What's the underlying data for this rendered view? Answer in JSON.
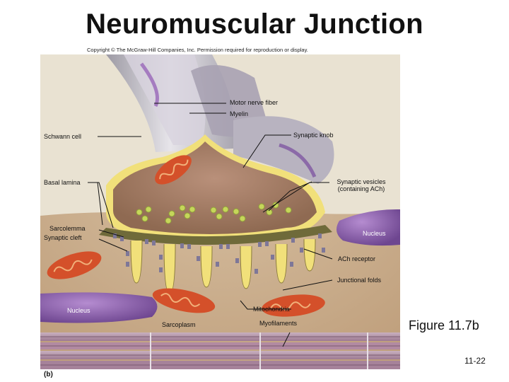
{
  "title": "Neuromuscular Junction",
  "copyright": "Copyright © The McGraw-Hill Companies, Inc. Permission required for reproduction or display.",
  "figure_label": "Figure 11.7b",
  "slide_number": "11-22",
  "panel_label": "(b)",
  "labels": {
    "motor_nerve_fiber": "Motor nerve fiber",
    "myelin": "Myelin",
    "schwann_cell": "Schwann cell",
    "synaptic_knob": "Synaptic knob",
    "basal_lamina": "Basal lamina",
    "synaptic_vesicles_line1": "Synaptic vesicles",
    "synaptic_vesicles_line2": "(containing ACh)",
    "sarcolemma": "Sarcolemma",
    "synaptic_cleft": "Synaptic cleft",
    "nucleus_right": "Nucleus",
    "ach_receptor": "ACh receptor",
    "junctional_folds": "Junctional folds",
    "nucleus_left": "Nucleus",
    "mitochondria": "Mitochondria",
    "sarcoplasm": "Sarcoplasm",
    "myofilaments": "Myofilaments"
  },
  "colors": {
    "background": "#ffffff",
    "nerve_gray": "#b9b7bd",
    "knob_brown": "#b88c6a",
    "knob_inner": "#a07a5c",
    "muscle_sarcoplasm": "#c9a07e",
    "mitochondria": "#d4502a",
    "nucleus_purple": "#8e62a8",
    "vesicle_green": "#c6d65a",
    "sarcolemma_yellow": "#f1e07a",
    "cleft_olive": "#6f6a3a",
    "receptor_purple": "#7e7798",
    "myofilament_pink": "#b8748c"
  }
}
